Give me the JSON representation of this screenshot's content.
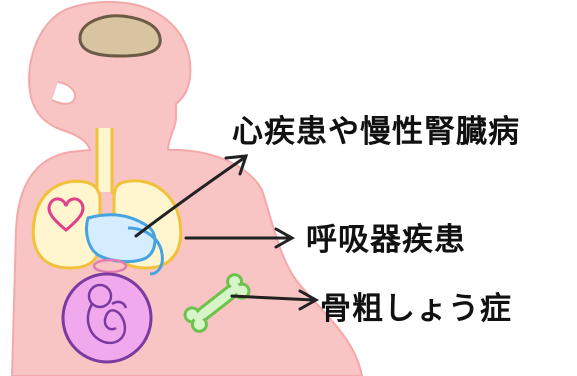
{
  "labels": {
    "heart_kidney": "心疾患や慢性腎臓病",
    "respiratory": "呼吸器疾患",
    "osteoporosis": "骨粗しょう症"
  },
  "colors": {
    "skin": "#f9c4c4",
    "skin_outline": "#f3a9a9",
    "brain_fill": "#d8c4a0",
    "brain_outline": "#6b5a45",
    "airway_fill": "#fff6cf",
    "airway_outline": "#f2c13a",
    "heart_outline": "#e0408a",
    "stomach_fill": "#d6ecff",
    "stomach_outline": "#44a4e0",
    "bone_fill": "#d6f5c8",
    "bone_outline": "#6cc24a",
    "womb_fill": "#f1a9ee",
    "womb_outline": "#7a3aa0",
    "arrow": "#222222"
  },
  "icons": [
    "brain-icon",
    "heart-icon",
    "lungs-icon",
    "stomach-icon",
    "fetus-icon",
    "bone-icon"
  ]
}
